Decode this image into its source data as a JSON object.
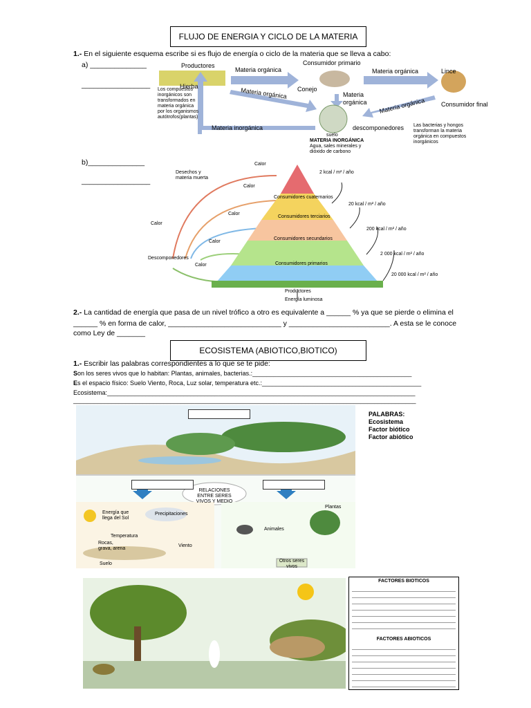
{
  "title1": "FLUJO DE ENERGIA Y CICLO DE LA MATERIA",
  "q1": {
    "num": "1.-",
    "text": "En el siguiente esquema escribe si es flujo de energía o ciclo de la materia que se lleva a cabo:",
    "a_label": "a) ______________",
    "a_line": "_________________",
    "b_label": "b)______________",
    "b_line": "_________________"
  },
  "fig1": {
    "productores": "Productores",
    "hierba": "Hierba",
    "materia_organica_1": "Materia orgánica",
    "consumidor_primario": "Consumidor primario",
    "conejo": "Conejo",
    "materia_organica_2": "Materia orgánica",
    "lince": "Lince",
    "consumidor_final": "Consumidor final",
    "materia_organica_3": "Materia orgánica",
    "materia_organica_4": "Materia orgánica",
    "materia_organica_5": "Materia orgánica",
    "nota_izq": "Los compuestos inorgánicos son transformados en materia orgánica por los organismos autótrofos(plantas)",
    "materia_inorganica": "Materia inorgánica",
    "descomponedores": "descomponedores",
    "suelo": "suelo",
    "materia_inorg_cap": "MATERIA INORGÁNICA",
    "materia_inorg_det": "Agua, sales minerales y dióxido de carbono",
    "nota_der": "Las bacterias y hongos transforman la materia orgánica en compuestos inorgánicos"
  },
  "fig2": {
    "desechos": "Desechos y materia muerta",
    "calor": "Calor",
    "descomponedores": "Descomponedores",
    "niveles": [
      "Consumidores cuaternarios",
      "Consumidores terciarios",
      "Consumidores secundarios",
      "Consumidores primarios",
      "Productores"
    ],
    "energias": [
      "2 kcal / m² / año",
      "20 kcal / m² / año",
      "200 kcal / m² / año",
      "2 000 kcal / m² / año",
      "20 000 kcal / m² / año"
    ],
    "energia_luminosa": "Energía luminosa"
  },
  "q2": {
    "num": "2.-",
    "line1": "La cantidad de energía que pasa de un nivel trófico a otro es equivalente a ______ % ya que se pierde o elimina el",
    "line2": "______ % en forma de calor, ____________________________ y _________________________. A esta se le conoce",
    "line3": "como Ley de _______"
  },
  "title2": "ECOSISTEMA (ABIOTICO,BIOTICO)",
  "q3": {
    "num": "1.-",
    "text": "Escribir las palabras correspondientes a lo que se te pide:",
    "line_s_first": "S",
    "line_s": "on los seres vivos que lo habitan: Plantas, animales, bacterias.:______________________________________________",
    "line_e_first": "E",
    "line_e": "s el espacio físico: Suelo Viento, Roca, Luz solar, temperatura etc.:______________________________________________",
    "line_eco": "Ecosistema:_________________________________________________________________________________________",
    "line_blank": "___________________________________________________________________________________________________"
  },
  "fig3": {
    "palabras_title": "PALABRAS:",
    "palabras": [
      "Ecosistema",
      "Factor biótico",
      "Factor abiótico"
    ],
    "relaciones": "RELACIONES ENTRE SERES VIVOS Y MEDIO",
    "energia_sol": "Energía que llega del Sol",
    "precipitaciones": "Precipitaciones",
    "temperatura": "Temperatura",
    "rocas": "Rocas, grava, arena",
    "viento": "Viento",
    "suelo": "Suelo",
    "plantas": "Plantas",
    "animales": "Animales",
    "otros": "Otros seres vivos"
  },
  "table": {
    "bioticos": "FACTORES BIOTICOS",
    "abioticos": "FACTORES ABIOTICOS"
  }
}
